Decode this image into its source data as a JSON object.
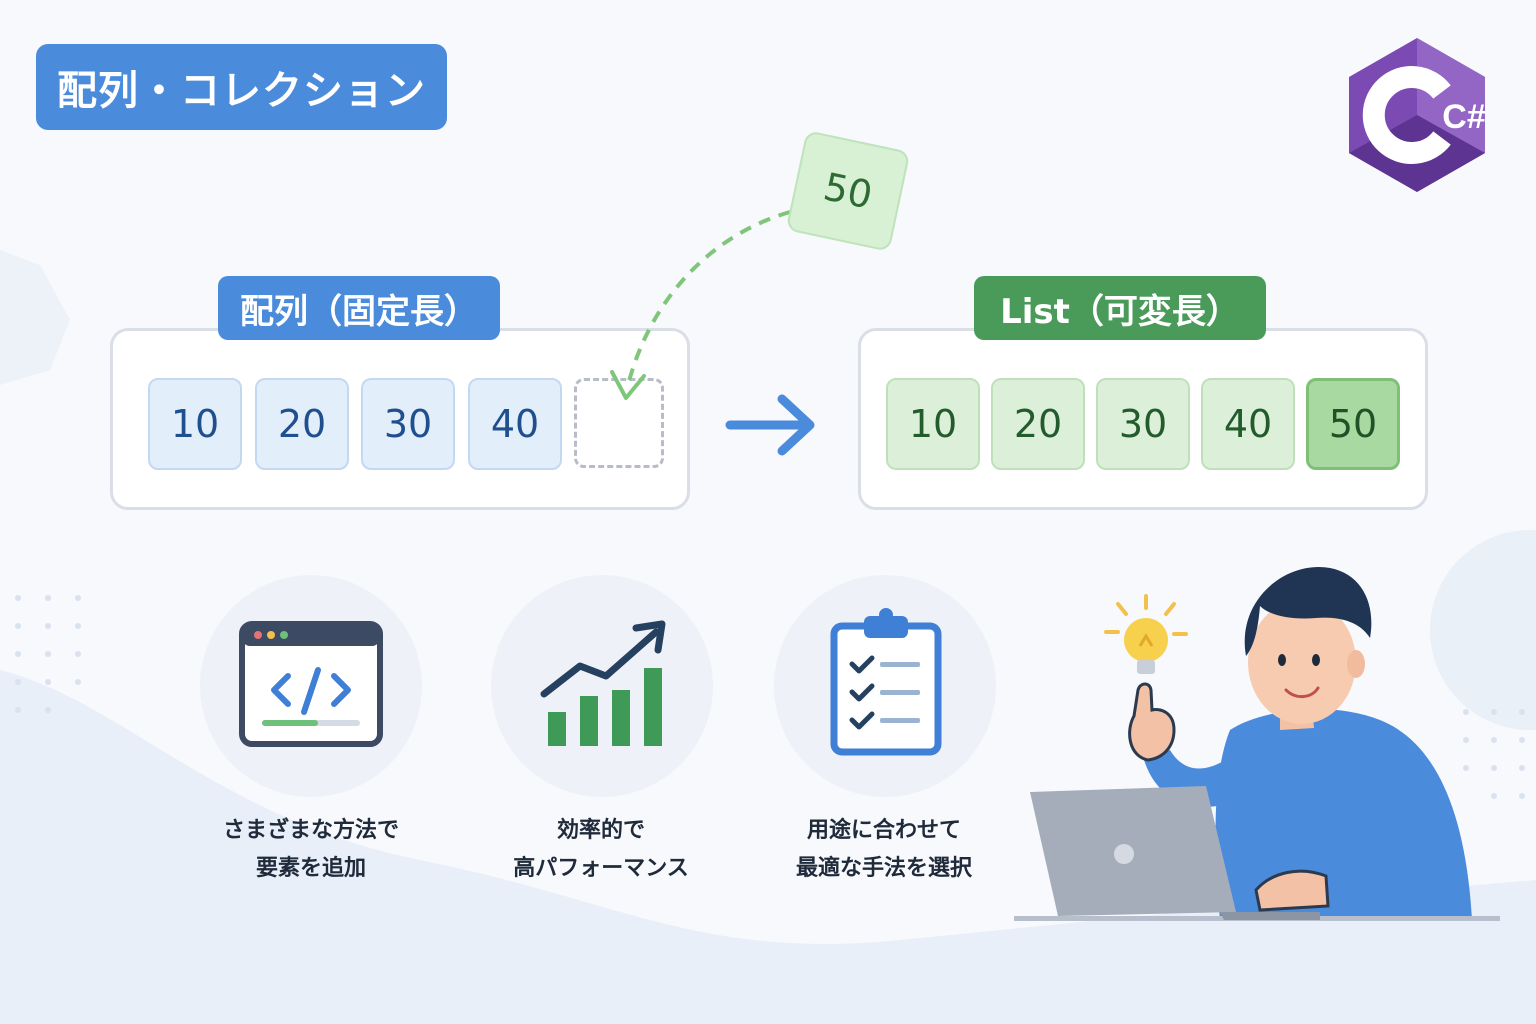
{
  "title": "配列・コレクション",
  "logo": {
    "text": "C#",
    "color": "#7b4bb3"
  },
  "array_panel": {
    "label": "配列（固定長）",
    "cells": [
      "10",
      "20",
      "30",
      "40",
      ""
    ]
  },
  "list_panel": {
    "label": "List（可変長）",
    "cells": [
      "10",
      "20",
      "30",
      "40",
      "50"
    ]
  },
  "floating_value": "50",
  "features": [
    {
      "icon": "code-window-icon",
      "lines": [
        "さまざまな方法で",
        "要素を追加"
      ]
    },
    {
      "icon": "growth-chart-icon",
      "lines": [
        "効率的で",
        "高パフォーマンス"
      ]
    },
    {
      "icon": "checklist-clipboard-icon",
      "lines": [
        "用途に合わせて",
        "最適な手法を選択"
      ]
    }
  ],
  "colors": {
    "blue": "#4a8bdc",
    "green": "#4a9a5a",
    "purple": "#7b4bb3"
  }
}
